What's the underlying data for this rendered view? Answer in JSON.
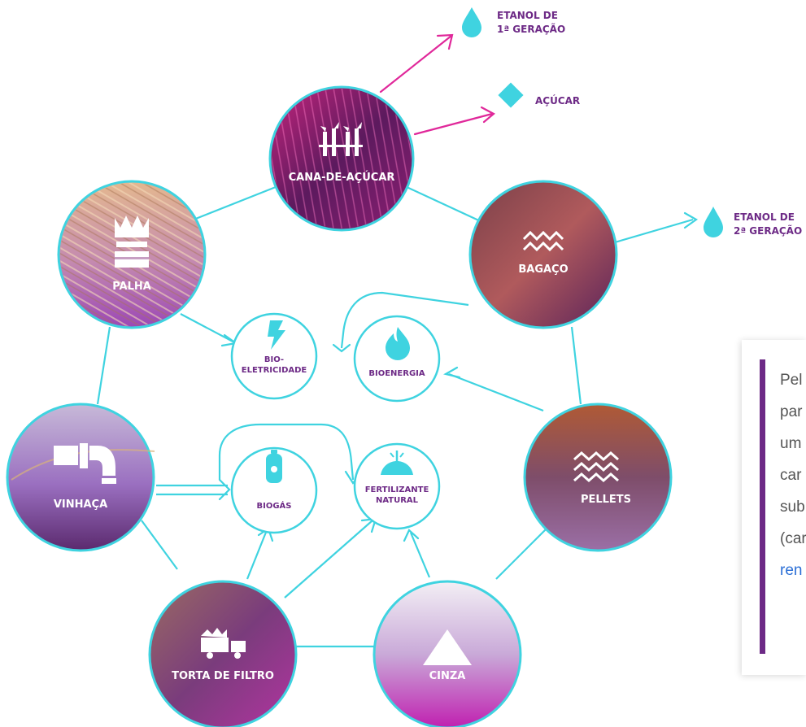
{
  "diagram": {
    "outputs": {
      "etanol1_line1": "ETANOL DE",
      "etanol1_line2": "1ª GERAÇÃO",
      "acucar": "AÇÚCAR",
      "etanol2_line1": "ETANOL DE",
      "etanol2_line2": "2ª GERAÇÃO"
    },
    "sources": {
      "cana": "CANA-DE-AÇÚCAR",
      "palha": "PALHA",
      "bagaco": "BAGAÇO",
      "vinhaca": "VINHAÇA",
      "pellets": "PELLETS",
      "torta": "TORTA DE FILTRO",
      "cinza": "CINZA"
    },
    "products": {
      "bio_line1": "BIO-",
      "bio_line2": "ELETRICIDADE",
      "bioenergia": "BIOENERGIA",
      "biogas": "BIOGÁS",
      "fert_line1": "FERTILIZANTE",
      "fert_line2": "NATURAL"
    }
  },
  "sidebar_text": {
    "lines": [
      "Pel",
      "par",
      "um",
      "car",
      "sub",
      "(car"
    ],
    "link": "ren"
  },
  "colors": {
    "cyan": "#3fd3e0",
    "magenta": "#e0289a",
    "accent_purple": "#6d2a86",
    "link_blue": "#2b6fd6"
  },
  "icons": [
    "water-drop-icon",
    "diamond-icon",
    "sugarcane-icon",
    "straw-bale-icon",
    "waves-icon",
    "lightning-icon",
    "flame-icon",
    "pipe-icon",
    "gas-bottle-icon",
    "sprout-icon",
    "pellet-waves-icon",
    "truck-icon",
    "ash-pile-icon"
  ]
}
